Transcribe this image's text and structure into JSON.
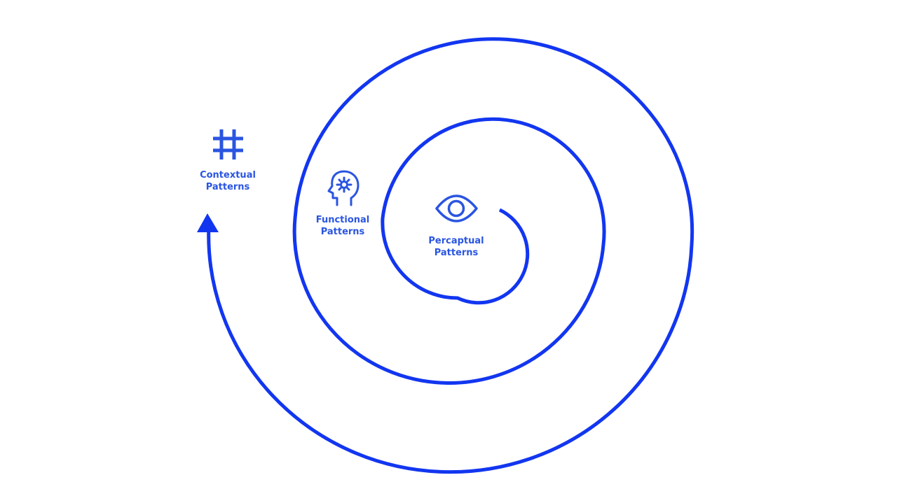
{
  "colors": {
    "spiral": "#1236f0",
    "label": "#2a55e0",
    "icon": "#2a55e0",
    "background": "#ffffff"
  },
  "stages": {
    "perceptual": {
      "line1": "Percaptual",
      "line2": "Patterns",
      "icon": "eye-icon"
    },
    "functional": {
      "line1": "Functional",
      "line2": "Patterns",
      "icon": "head-gear-icon"
    },
    "contextual": {
      "line1": "Contextual",
      "line2": "Patterns",
      "icon": "hashtag-icon"
    }
  }
}
